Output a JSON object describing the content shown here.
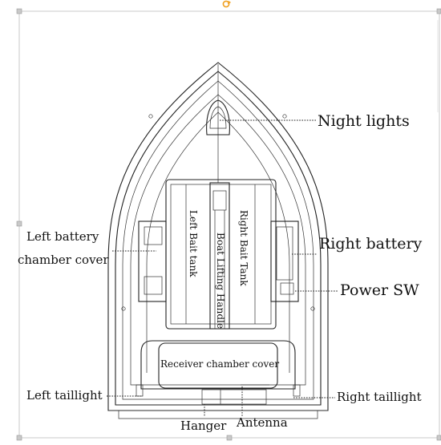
{
  "labels": {
    "night_lights": "Night lights",
    "left_battery_line1": "Left battery",
    "left_battery_line2": "chamber cover",
    "right_battery": "Right battery",
    "power_sw": "Power SW",
    "left_taillight": "Left  taillight",
    "right_taillight": "Right taillight",
    "hanger": "Hanger",
    "antenna": "Antenna",
    "left_bait_tank": "Left Bait tank",
    "right_bait_tank": "Right Bait Tank",
    "boat_lifting_handle": "Boat Lifting Handle",
    "receiver_chamber_cover": "Receiver chamber cover"
  },
  "icons": {
    "rotate_handle": "rotate-handle-icon"
  },
  "colors": {
    "line": "#222222",
    "frame": "#c9c9c9",
    "handle": "#c9c9c9",
    "rotate_handle": "#f0a020"
  }
}
